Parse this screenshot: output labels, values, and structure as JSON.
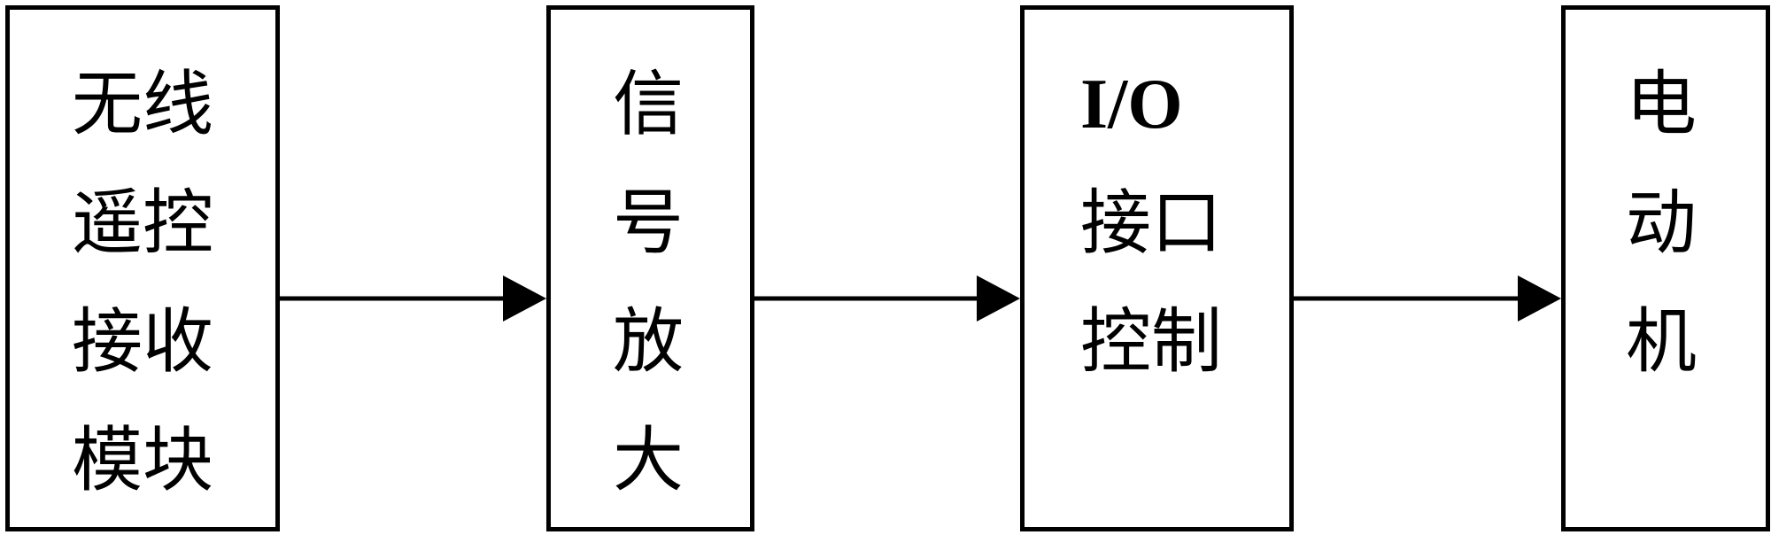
{
  "blocks": [
    {
      "lines": [
        "无线",
        "遥控",
        "接收",
        "模块"
      ]
    },
    {
      "lines": [
        "信",
        "号",
        "放",
        "大"
      ]
    },
    {
      "lines": [
        "I/O",
        "接口",
        "控制"
      ]
    },
    {
      "lines": [
        "电",
        "动",
        "机"
      ]
    }
  ],
  "connectors": [
    {
      "from": "block-wireless-receiver",
      "to": "block-signal-amplifier"
    },
    {
      "from": "block-signal-amplifier",
      "to": "block-io-control"
    },
    {
      "from": "block-io-control",
      "to": "block-motor"
    }
  ]
}
